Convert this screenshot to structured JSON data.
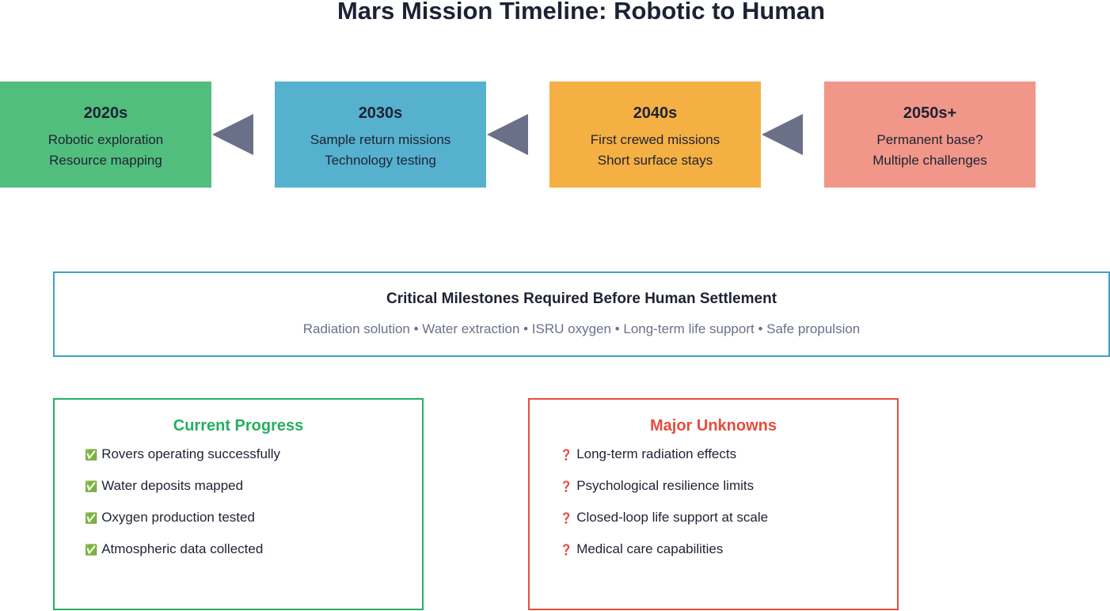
{
  "title": "Mars Mission Timeline: Robotic to Human",
  "eras": [
    {
      "year": "2020s",
      "line1": "Robotic exploration",
      "line2": "Resource mapping",
      "color": "#52be7e"
    },
    {
      "year": "2030s",
      "line1": "Sample return missions",
      "line2": "Technology testing",
      "color": "#56b1cf"
    },
    {
      "year": "2040s",
      "line1": "First crewed missions",
      "line2": "Short surface stays",
      "color": "#f5b043"
    },
    {
      "year": "2050s+",
      "line1": "Permanent base?",
      "line2": "Multiple challenges",
      "color": "#f1978a"
    }
  ],
  "milestones": {
    "heading": "Critical Milestones Required Before Human Settlement",
    "items": "Radiation solution • Water extraction • ISRU oxygen • Long-term life support • Safe propulsion"
  },
  "progress": {
    "heading": "Current Progress",
    "icon": "✅",
    "items": [
      "Rovers operating successfully",
      "Water deposits mapped",
      "Oxygen production tested",
      "Atmospheric data collected"
    ]
  },
  "unknowns": {
    "heading": "Major Unknowns",
    "icon": "❓",
    "items": [
      "Long-term radiation effects",
      "Psychological resilience limits",
      "Closed-loop life support at scale",
      "Medical care capabilities"
    ]
  }
}
